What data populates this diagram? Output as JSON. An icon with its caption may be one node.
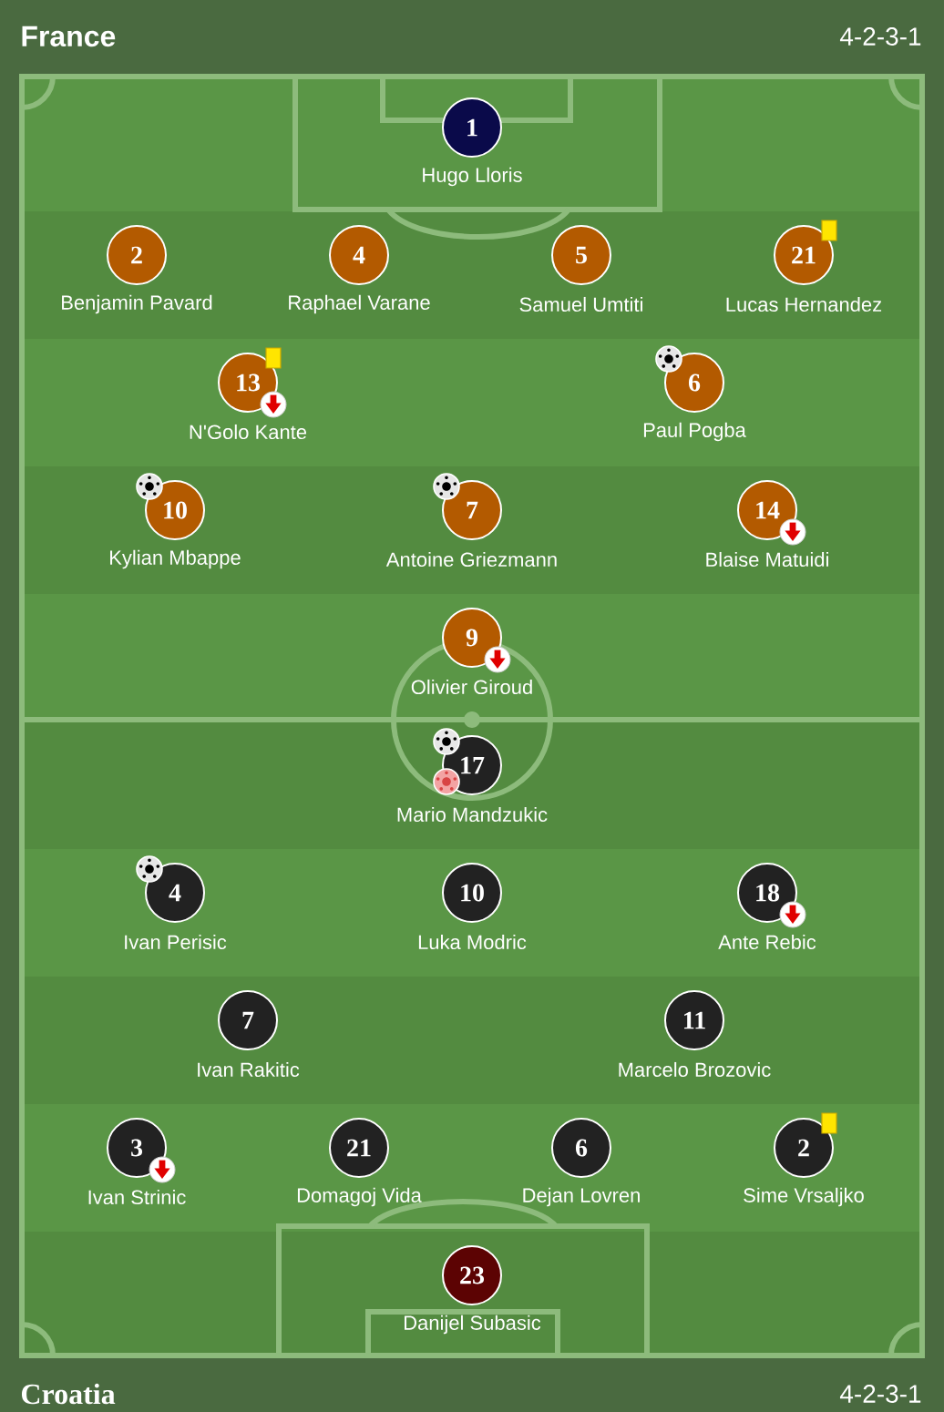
{
  "diagram": {
    "nodes": [
      {
        "text": [
          "1"
        ],
        "beside": [
          "Hugo Lloris"
        ]
      },
      {
        "text": [
          "2"
        ],
        "beside": [
          "Benjamin Pavard"
        ]
      },
      {
        "text": [
          "4"
        ],
        "beside": [
          "Raphael Varane"
        ]
      },
      {
        "text": [
          "5"
        ],
        "beside": [
          "Samuel Umtiti"
        ]
      },
      {
        "text": [
          "21"
        ],
        "beside": [
          "Lucas Hernandez"
        ]
      },
      {
        "text": [
          "13"
        ],
        "beside": [
          "N'Golo Kante"
        ]
      },
      {
        "text": [
          "6"
        ],
        "beside": [
          "Paul Pogba"
        ]
      },
      {
        "text": [
          "10"
        ],
        "beside": [
          "Kylian Mbappe"
        ]
      },
      {
        "text": [
          "7"
        ],
        "beside": [
          "Antoine Griezmann"
        ]
      },
      {
        "text": [
          "14"
        ],
        "beside": [
          "Blaise Matuidi"
        ]
      },
      {
        "text": [
          "9"
        ],
        "beside": [
          "Olivier Giroud"
        ]
      },
      {
        "text": [
          "17"
        ],
        "beside": [
          "Mario Mandzukic"
        ]
      },
      {
        "text": [
          "4"
        ],
        "beside": [
          "Ivan Perisic"
        ]
      },
      {
        "text": [
          "10"
        ],
        "beside": [
          "Luka Modric"
        ]
      },
      {
        "text": [
          "18"
        ],
        "beside": [
          "Ante Rebic"
        ]
      },
      {
        "text": [
          "7"
        ],
        "beside": [
          "Ivan Rakitic"
        ]
      },
      {
        "text": [
          "11"
        ],
        "beside": [
          "Marcelo Brozovic"
        ]
      },
      {
        "text": [
          "3"
        ],
        "beside": [
          "Ivan Strinic"
        ]
      },
      {
        "text": [
          "21"
        ],
        "beside": [
          "Domagoj Vida"
        ]
      },
      {
        "text": [
          "6"
        ],
        "beside": [
          "Dejan Lovren"
        ]
      },
      {
        "text": [
          "2"
        ],
        "beside": [
          "Sime Vrsaljko"
        ]
      },
      {
        "text": [
          "23"
        ],
        "beside": [
          "Danijel Subasic"
        ]
      }
    ],
    "labels": [
      "France",
      "4-2-3-1",
      "Croatia",
      "4-2-3-1"
    ]
  }
}
